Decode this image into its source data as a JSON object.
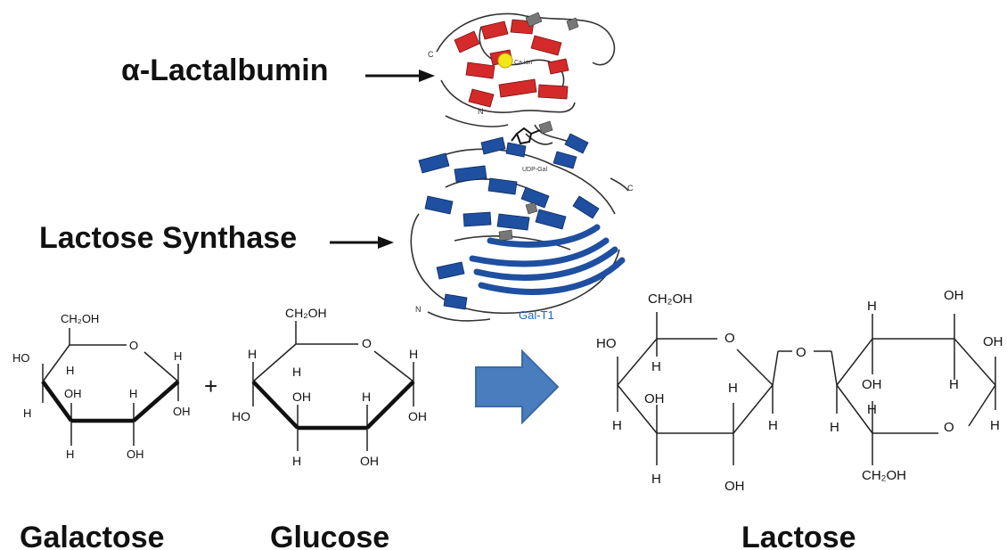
{
  "labels": {
    "alpha_lactalbumin": "α-Lactalbumin",
    "lactose_synthase": "Lactose Synthase",
    "galactose": "Galactose",
    "glucose": "Glucose",
    "lactose": "Lactose"
  },
  "protein": {
    "c_terminus_1": "C",
    "n_terminus_1": "N",
    "ca_ion": "Ca ion",
    "udp_gal": "UDP-Gal",
    "c_terminus_2": "C",
    "n_terminus_2": "N",
    "gal_t1": "Gal-T1"
  },
  "galactose": {
    "ch2oh": "CH₂OH",
    "ring_o": "O",
    "ho_left": "HO",
    "h_top_right": "H",
    "h_c4": "H",
    "oh_c3": "OH",
    "h_c2": "H",
    "oh_c1": "OH",
    "h_left": "H",
    "h_bottom": "H",
    "oh_bottom": "OH"
  },
  "plus": "+",
  "glucose": {
    "ch2oh": "CH₂OH",
    "ring_o": "O",
    "h_left": "H",
    "h_top_right": "H",
    "h_c4": "H",
    "oh_c3": "OH",
    "h_c2": "H",
    "ho_left": "HO",
    "oh_c1": "OH",
    "h_bottom_left": "H",
    "oh_bottom": "OH"
  },
  "lactose": {
    "ch2oh_top": "CH₂OH",
    "ring_o_left": "O",
    "ho_left": "HO",
    "h_c4": "H",
    "oh_c3": "OH",
    "h_c2": "H",
    "h_c1": "H",
    "h_left": "H",
    "h_bottom": "H",
    "oh_bottom": "OH",
    "bridge_o": "O",
    "h_top_a": "H",
    "oh_top_b": "OH",
    "oh_right": "OH",
    "oh_mid": "OH",
    "h_mid": "H",
    "h_mid2": "H",
    "h_left2": "H",
    "ring_o_right": "O",
    "h_right": "H",
    "ch2oh_bottom": "CH₂OH"
  },
  "colors": {
    "alpha_lactalbumin_helix": "#d42a2a",
    "lactose_synthase_helix": "#1f4fa0",
    "loop": "#333333",
    "ca_ion": "#f5e61a",
    "reaction_arrow": "#4a7dbd",
    "gal_t1_text": "#1f66c1"
  }
}
